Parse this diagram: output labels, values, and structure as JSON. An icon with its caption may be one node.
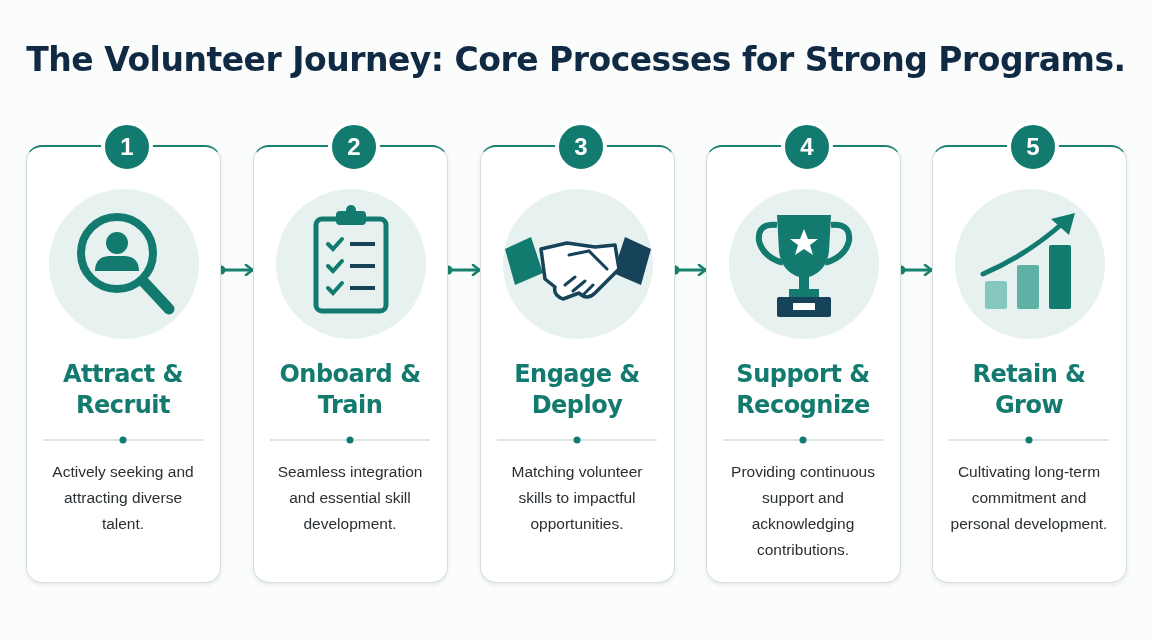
{
  "diagram": {
    "title": "The Volunteer Journey: Core Processes for Strong Programs.",
    "nodes": [
      {
        "text": [
          "1",
          "Attract & Recruit",
          "Actively seeking and attracting diverse talent."
        ]
      },
      {
        "text": [
          "2",
          "Onboard & Train",
          "Seamless integration and essential skill development."
        ]
      },
      {
        "text": [
          "3",
          "Engage & Deploy",
          "Matching volunteer skills to impactful opportunities."
        ]
      },
      {
        "text": [
          "4",
          "Support & Recognize",
          "Providing continuous support and acknowledging contributions."
        ]
      },
      {
        "text": [
          "5",
          "Retain & Grow",
          "Cultivating long-term commitment and personal development."
        ]
      }
    ],
    "edges": [
      {
        "from": 0,
        "to": 1,
        "arrow": "to"
      },
      {
        "from": 1,
        "to": 2,
        "arrow": "to"
      },
      {
        "from": 2,
        "to": 3,
        "arrow": "to"
      },
      {
        "from": 3,
        "to": 4,
        "arrow": "to"
      }
    ]
  }
}
